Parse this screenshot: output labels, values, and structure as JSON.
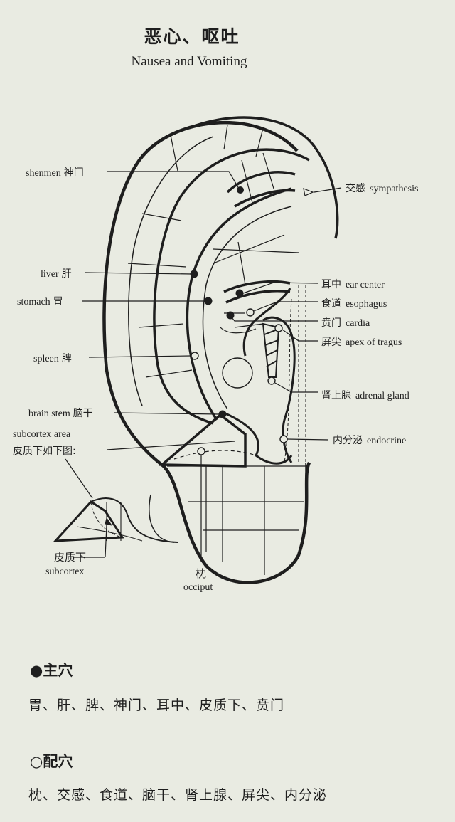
{
  "title_cn": "恶心、呕吐",
  "title_en": "Nausea and Vomiting",
  "labels": {
    "shenmen": {
      "en": "shenmen",
      "cn": "神门"
    },
    "liver": {
      "en": "liver",
      "cn": "肝"
    },
    "stomach": {
      "en": "stomach",
      "cn": "胃"
    },
    "spleen": {
      "en": "spleen",
      "cn": "脾"
    },
    "brain_stem": {
      "en": "brain stem",
      "cn": "脑干"
    },
    "subcortex_area": {
      "en": "subcortex area",
      "cn": "皮质下如下图:"
    },
    "sympathesis": {
      "cn": "交感",
      "en": "sympathesis"
    },
    "ear_center": {
      "cn": "耳中",
      "en": "ear center"
    },
    "esophagus": {
      "cn": "食道",
      "en": "esophagus"
    },
    "cardia": {
      "cn": "贲门",
      "en": "cardia"
    },
    "apex_of_tragus": {
      "cn": "屏尖",
      "en": "apex of tragus"
    },
    "adrenal_gland": {
      "cn": "肾上腺",
      "en": "adrenal gland"
    },
    "endocrine": {
      "cn": "内分泌",
      "en": "endocrine"
    },
    "subcortex": {
      "cn": "皮质下",
      "en": "subcortex"
    },
    "occiput": {
      "cn": "枕",
      "en": "occiput"
    }
  },
  "main_points": {
    "bullet": "●",
    "heading": "主穴",
    "list": "胃、肝、脾、神门、耳中、皮质下、贲门"
  },
  "secondary_points": {
    "bullet": "○",
    "heading": "配穴",
    "list": "枕、交感、食道、脑干、肾上腺、屏尖、内分泌"
  }
}
